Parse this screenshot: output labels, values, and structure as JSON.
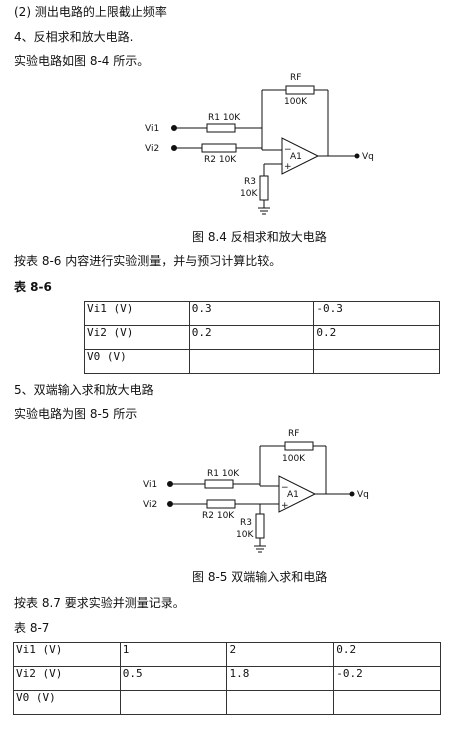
{
  "lines": {
    "l1": "(2) 测出电路的上限截止频率",
    "l2": "4、反相求和放大电路.",
    "l3": "实验电路如图 8-4 所示。",
    "l4": "按表 8-6 内容进行实验测量，并与预习计算比较。",
    "l5": "表 8-6",
    "l6": "5、双端输入求和放大电路",
    "l7": "实验电路为图 8-5 所示",
    "l8": "按表 8.7 要求实验并测量记录。",
    "l9": "表 8-7"
  },
  "fig1": {
    "caption": "图 8.4 反相求和放大电路",
    "rf": "RF",
    "rf_val": "100K",
    "vi1": "Vi1",
    "vi2": "Vi2",
    "r1": "R1 10K",
    "r2": "R2 10K",
    "r3": "R3",
    "r3_val": "10K",
    "amp": "A1",
    "minus": "−",
    "plus": "+",
    "out": "Vq"
  },
  "fig2": {
    "caption": "图 8-5 双端输入求和电路",
    "rf": "RF",
    "rf_val": "100K",
    "vi1": "Vi1",
    "vi2": "Vi2",
    "r1": "R1 10K",
    "r2": "R2 10K",
    "r3": "R3",
    "r3_val": "10K",
    "amp": "A1",
    "minus": "−",
    "plus": "+",
    "out": "Vq"
  },
  "table1": {
    "rows": [
      {
        "label": "Vi1 (V)",
        "cells": [
          "0.3",
          "-0.3"
        ]
      },
      {
        "label": "Vi2 (V)",
        "cells": [
          "0.2",
          "0.2"
        ]
      },
      {
        "label": "V0 (V)",
        "cells": [
          "",
          ""
        ]
      }
    ]
  },
  "table2": {
    "rows": [
      {
        "label": "Vi1 (V)",
        "cells": [
          "1",
          "2",
          "0.2"
        ]
      },
      {
        "label": "Vi2 (V)",
        "cells": [
          "0.5",
          "1.8",
          "-0.2"
        ]
      },
      {
        "label": "V0 (V)",
        "cells": [
          "",
          "",
          ""
        ]
      }
    ]
  }
}
